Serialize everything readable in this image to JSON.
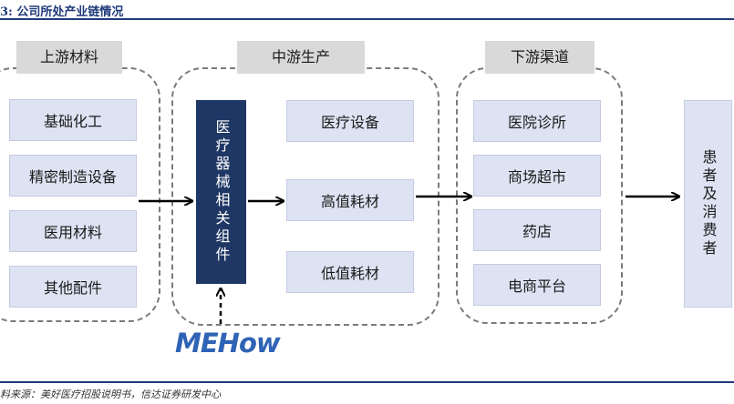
{
  "title": "3: 公司所处产业链情况",
  "source": "料来源：美好医疗招股说明书，信达证券研发中心",
  "logo": "MEHow",
  "upstream": {
    "header": "上游材料",
    "items": [
      "基础化工",
      "精密制造设备",
      "医用材料",
      "其他配件"
    ]
  },
  "midstream": {
    "header": "中游生产",
    "core": "医疗器械相关组件",
    "items": [
      "医疗设备",
      "高值耗材",
      "低值耗材"
    ]
  },
  "downstream": {
    "header": "下游渠道",
    "items": [
      "医院诊所",
      "商场超市",
      "药店",
      "电商平台"
    ]
  },
  "consumer": "患者及消费者",
  "colors": {
    "accent": "#1f3a7a",
    "core_fill": "#1f3764",
    "box_fill": "#dde3f3",
    "header_fill": "#d9d9d9",
    "logo": "#2f63b5"
  }
}
